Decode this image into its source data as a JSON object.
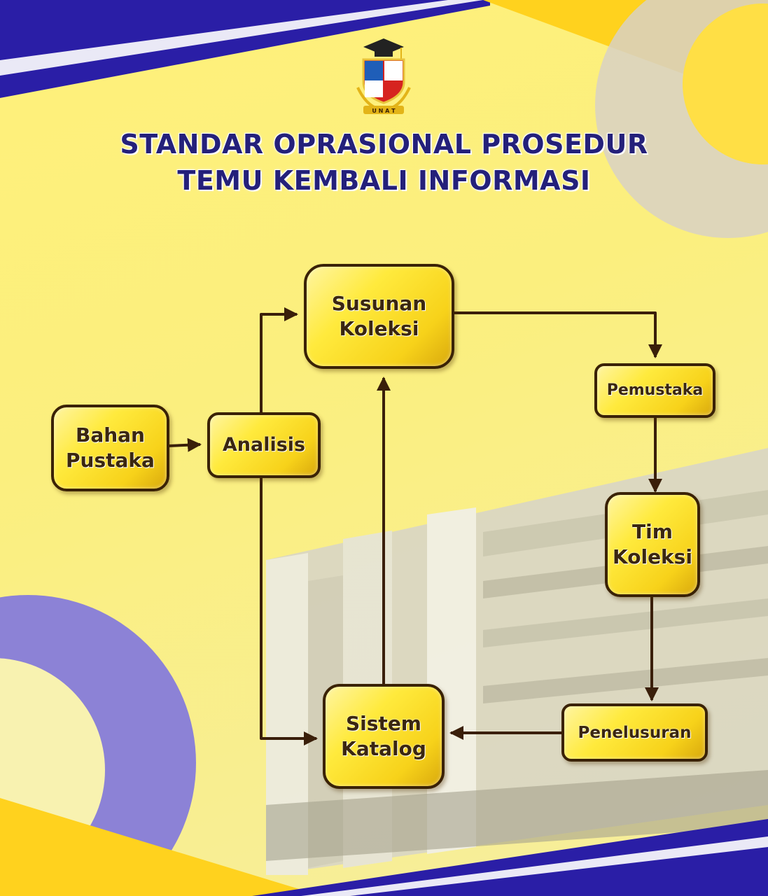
{
  "title": {
    "line1": "STANDAR OPRASIONAL PROSEDUR",
    "line2": "TEMU KEMBALI INFORMASI"
  },
  "logo": {
    "icon": "university-crest-icon",
    "text": "U N A T"
  },
  "nodes": {
    "bahan_pustaka": "Bahan\nPustaka",
    "analisis": "Analisis",
    "susunan_koleksi": "Susunan\nKoleksi",
    "pemustaka": "Pemustaka",
    "tim_koleksi": "Tim\nKoleksi",
    "penelusuran": "Penelusuran",
    "sistem_katalog": "Sistem\nKatalog"
  },
  "edges": [
    {
      "from": "bahan_pustaka",
      "to": "analisis"
    },
    {
      "from": "analisis",
      "to": "susunan_koleksi"
    },
    {
      "from": "analisis",
      "to": "sistem_katalog"
    },
    {
      "from": "susunan_koleksi",
      "to": "pemustaka"
    },
    {
      "from": "pemustaka",
      "to": "tim_koleksi"
    },
    {
      "from": "tim_koleksi",
      "to": "penelusuran"
    },
    {
      "from": "penelusuran",
      "to": "sistem_katalog"
    },
    {
      "from": "sistem_katalog",
      "to": "susunan_koleksi"
    }
  ],
  "colors": {
    "background": "#fdf27a",
    "accent_purple": "#2a1ea6",
    "title_text": "#24207a",
    "node_fill": "#ffe52e",
    "node_border": "#3a2206",
    "arrow": "#3a1f0a"
  }
}
